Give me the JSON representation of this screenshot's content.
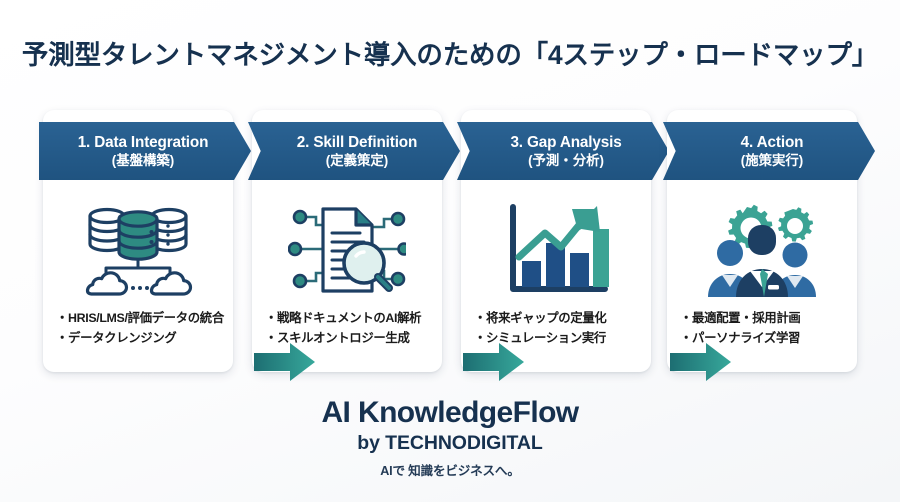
{
  "title": "予測型タレントマネジメント導入のための「4ステップ・ロードマップ」",
  "theme": {
    "header_blue": "#1f5380",
    "header_blue_light": "#2a6293",
    "title_navy": "#16314f",
    "accent_teal": "#3a9e92",
    "icon_navy": "#1d3f63",
    "background": "#fbfcfd"
  },
  "steps": [
    {
      "id": "data-integration",
      "title_en": "1. Data Integration",
      "title_jp": "(基盤構築)",
      "icon": "database-cloud-icon",
      "bullets": [
        "・HRIS/LMS/評価データの統合",
        "・データクレンジング"
      ]
    },
    {
      "id": "skill-definition",
      "title_en": "2. Skill Definition",
      "title_jp": "(定義策定)",
      "icon": "document-magnifier-network-icon",
      "bullets": [
        "・戦略ドキュメントのAI解析",
        "・スキルオントロジー生成"
      ]
    },
    {
      "id": "gap-analysis",
      "title_en": "3. Gap Analysis",
      "title_jp": "(予測・分析)",
      "icon": "bar-chart-trend-icon",
      "bullets": [
        "・将来ギャップの定量化",
        "・シミュレーション実行"
      ]
    },
    {
      "id": "action",
      "title_en": "4. Action",
      "title_jp": "(施策実行)",
      "icon": "team-gears-icon",
      "bullets": [
        "・最適配置・採用計画",
        "・パーソナライズ学習"
      ]
    }
  ],
  "connectors": [
    {
      "id": "arrow-1-2",
      "icon": "right-arrow-icon"
    },
    {
      "id": "arrow-2-3",
      "icon": "right-arrow-icon"
    },
    {
      "id": "arrow-3-4",
      "icon": "right-arrow-icon"
    }
  ],
  "footer": {
    "brand": "AI KnowledgeFlow",
    "by_line": "by TECHNODIGITAL",
    "tagline": "AIで 知識をビジネスへ。"
  }
}
